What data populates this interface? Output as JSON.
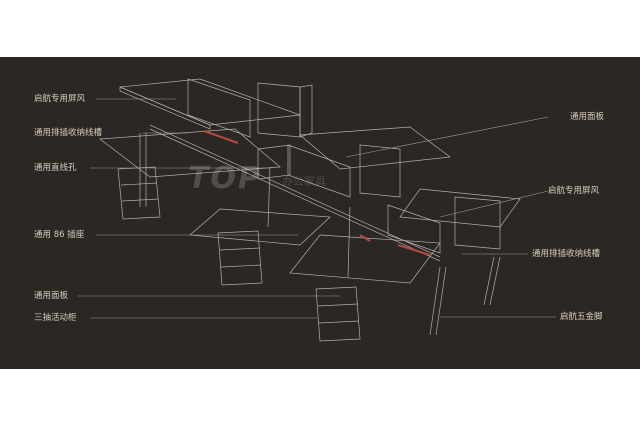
{
  "labels": {
    "left": [
      "启航专用屏风",
      "通用排插收纳线槽",
      "通用直线孔",
      "通用 86 插座",
      "通用面板",
      "三抽活动柜"
    ],
    "right": [
      "通用面板",
      "启航专用屏风",
      "通用排插收纳线槽",
      "启航五金脚"
    ]
  },
  "watermark": {
    "logo": "TOP",
    "text": "办公家具"
  },
  "colors": {
    "background": "#2b2725",
    "line": "#cfc6ba",
    "label": "#d8cdbd",
    "cable_tray": "#b4473f"
  }
}
